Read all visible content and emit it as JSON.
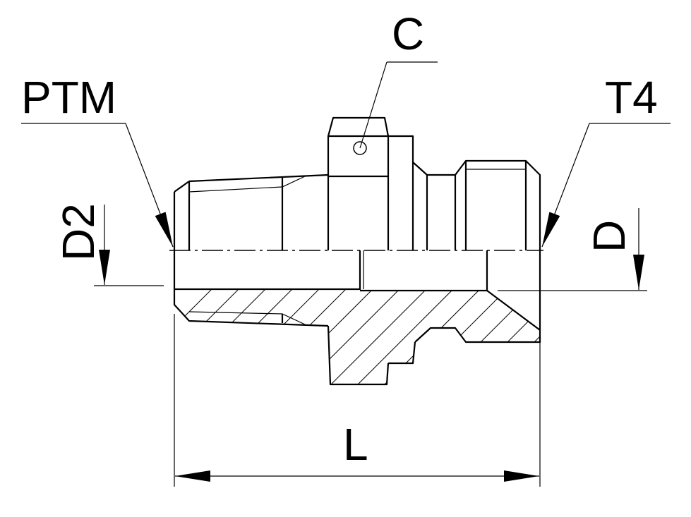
{
  "labels": {
    "thread_type": "PTM",
    "hole": "C",
    "end_type": "T4",
    "inlet_diameter": "D2",
    "diameter": "D",
    "length": "L"
  },
  "colors": {
    "line": "#000000",
    "background": "#ffffff"
  }
}
